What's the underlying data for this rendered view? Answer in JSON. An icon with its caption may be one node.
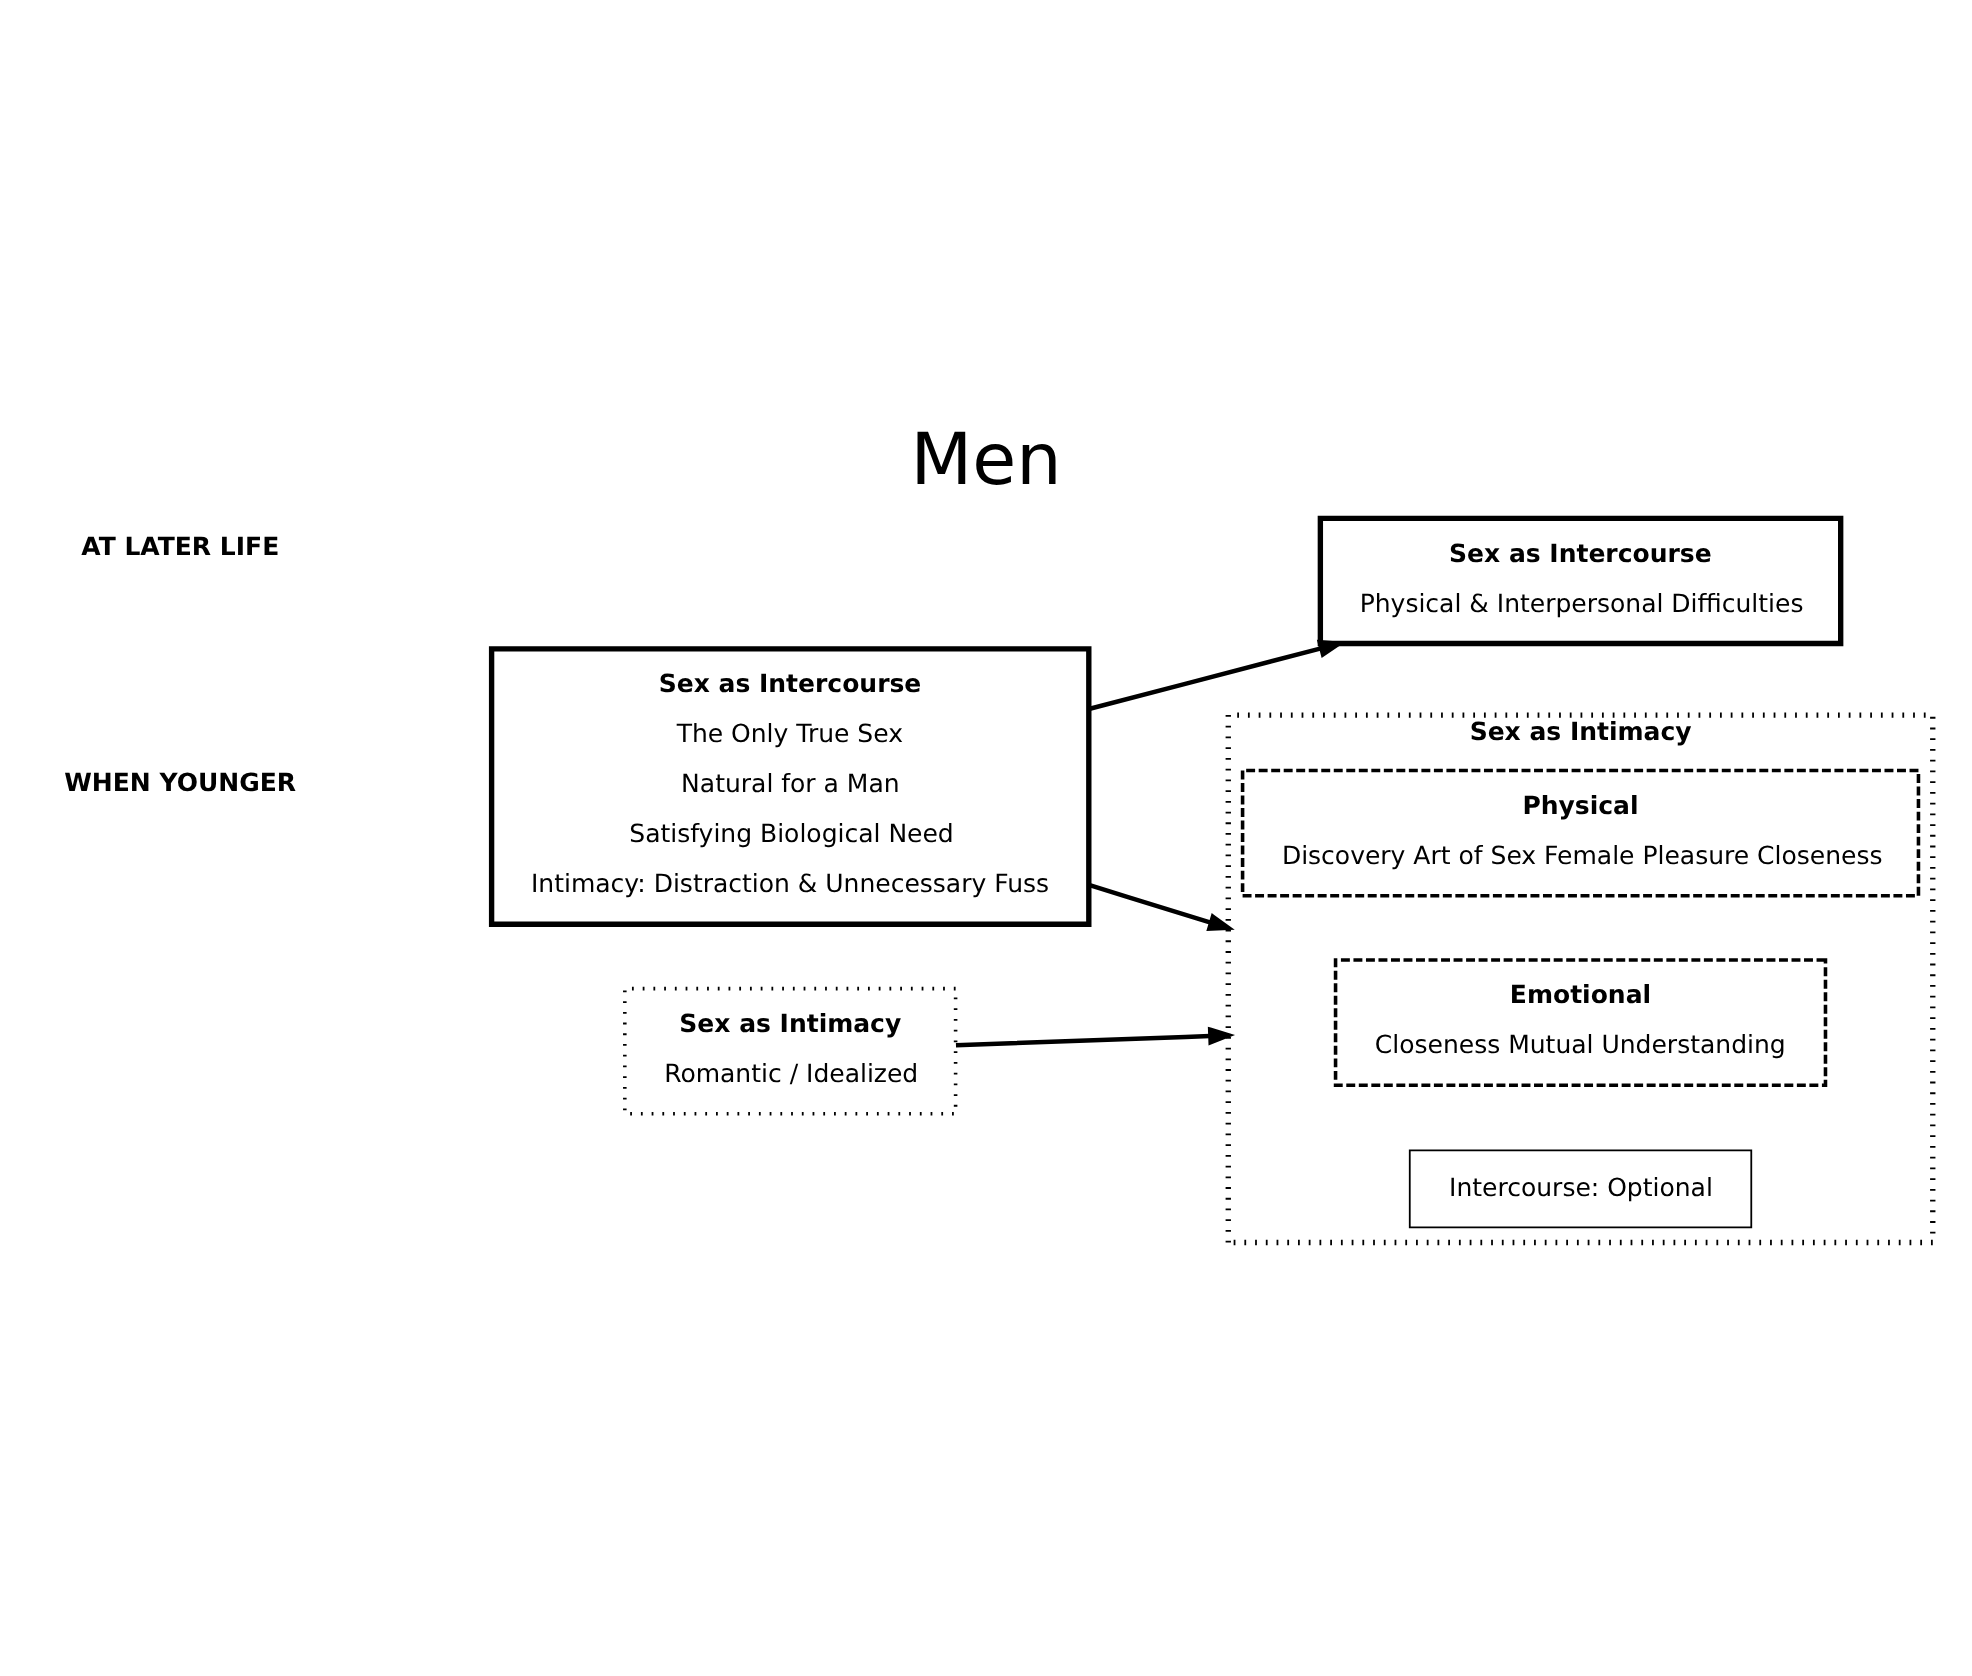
{
  "diagram": {
    "title": "Men",
    "nodes": [
      {
        "text": [
          "Sex as Intercourse",
          "The Only True Sex",
          "Natural for a Man",
          "Satisfying Biological Need",
          "Intimacy: Distraction & Unnecessary Fuss"
        ]
      },
      {
        "text": [
          "Sex as Intimacy",
          "Romantic / Idealized"
        ]
      },
      {
        "text": [
          "Sex as Intercourse",
          "Physical & Interpersonal Difficulties"
        ]
      },
      {
        "text": [
          "Sex as Intimacy"
        ]
      },
      {
        "text": [
          "Physical",
          "Discovery Art of Sex Female Pleasure Closeness"
        ],
        "in": 3
      },
      {
        "text": [
          "Emotional",
          "Closeness Mutual Understanding"
        ],
        "in": 3
      },
      {
        "text": [
          "Intercourse: Optional"
        ],
        "in": 3
      }
    ],
    "edges": [
      {
        "from": 0,
        "to": 2,
        "arrow": "to"
      },
      {
        "from": 0,
        "to": 3,
        "arrow": "to"
      },
      {
        "from": 1,
        "to": 3,
        "arrow": "to"
      }
    ],
    "labels": [
      "WHEN YOUNGER",
      "AT LATER LIFE"
    ]
  }
}
